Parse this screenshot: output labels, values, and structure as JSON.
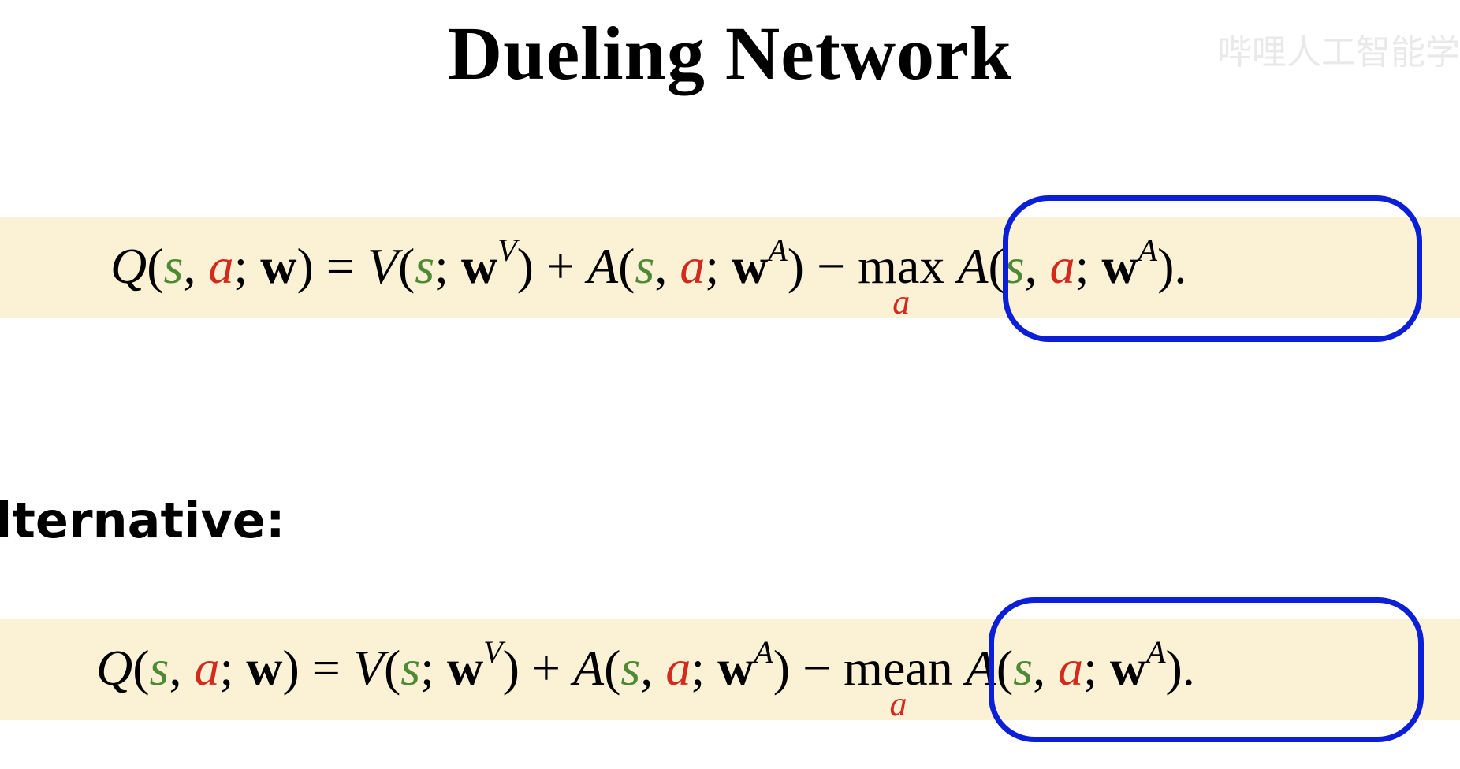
{
  "slide": {
    "title": "Dueling Network",
    "watermark": "哔哩人工智能学",
    "alternative_label": "lternative:"
  },
  "equation1": {
    "lhs": "Q",
    "rhs_v": "V",
    "rhs_a": "A",
    "operator": "max",
    "operator_sub": "a",
    "sup_v": "V",
    "sup_a": "A"
  },
  "equation2": {
    "lhs": "Q",
    "rhs_v": "V",
    "rhs_a": "A",
    "operator": "mean",
    "operator_sub": "a",
    "sup_v": "V",
    "sup_a": "A"
  },
  "colors": {
    "state_var": "#4e8a36",
    "action_var": "#d42a1e",
    "highlight_band": "#fbf1d5",
    "circle": "#0b1fd6"
  }
}
